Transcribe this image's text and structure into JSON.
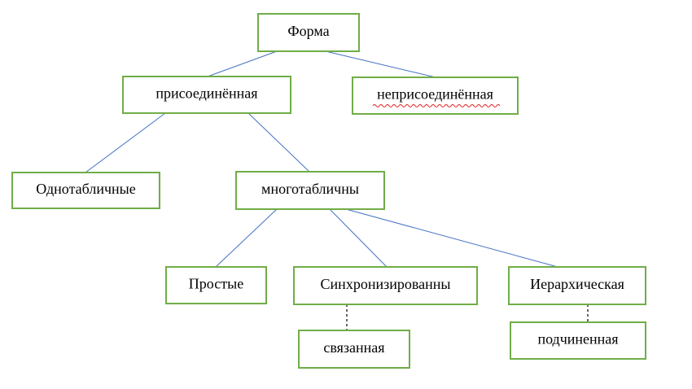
{
  "nodes": {
    "forma": {
      "label": "Форма"
    },
    "prisoedinennaya": {
      "label": "присоединённая"
    },
    "neprisoedinennaya": {
      "label": "неприсоединённая",
      "spellcheck_underline": true
    },
    "odnotablichnye": {
      "label": "Однотабличные"
    },
    "mnogotablichny": {
      "label": "многотабличны"
    },
    "prostye": {
      "label": "Простые"
    },
    "sinhronizirovanny": {
      "label": "Синхронизированны"
    },
    "ierarhicheskaya": {
      "label": "Иерархическая"
    },
    "svyazannaya": {
      "label": "связанная"
    },
    "podchinennaya": {
      "label": "подчиненная"
    }
  },
  "colors": {
    "box_border": "#70ad47",
    "connector": "#4472c4",
    "dashed_connector": "#000000",
    "spellcheck": "#e02020"
  }
}
